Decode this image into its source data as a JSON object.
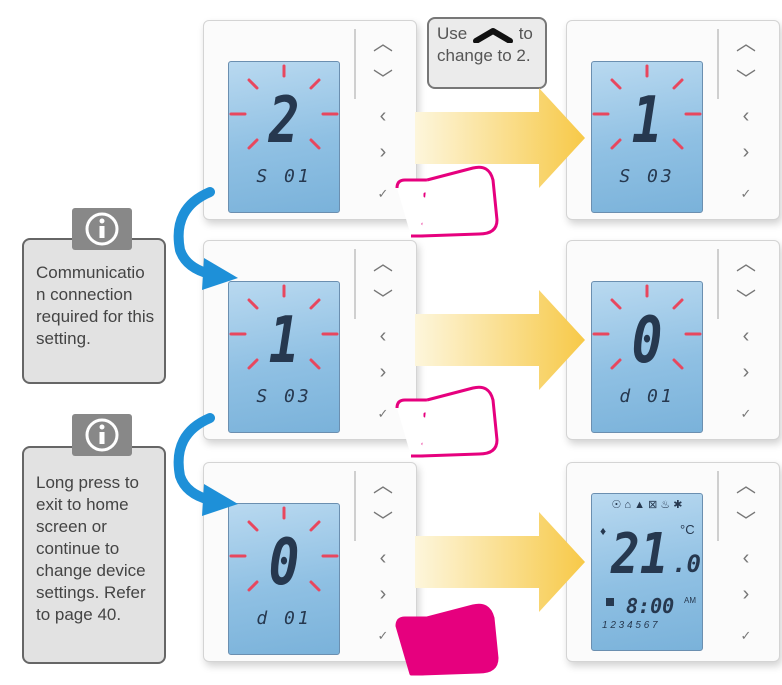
{
  "hint": {
    "prefix": "Use",
    "suffix": "to",
    "line2": "change to 2."
  },
  "info1": {
    "text": "Communicatio n connection required for this setting."
  },
  "info2": {
    "text": "Long press to exit to home screen or continue to change device settings. Refer to page 40."
  },
  "steps": [
    {
      "value": "2",
      "code": "S 01"
    },
    {
      "value": "1",
      "code": "S 03"
    },
    {
      "value": "1",
      "code": "S 03"
    },
    {
      "value": "0",
      "code": "d 01"
    },
    {
      "value": "0",
      "code": "d 01"
    }
  ],
  "home": {
    "temp_int": "21",
    "temp_dec": ".0",
    "unit": "°C",
    "time": "8:00",
    "ampm": "AM",
    "days": "1 2 3 4 5 6 7"
  },
  "colors": {
    "ray": "#e8475e",
    "hand": "#e6007e",
    "arrow_start": "#fdf6dc",
    "arrow_end": "#f7c948",
    "curve": "#1e90d8"
  },
  "icons": [
    "info-icon",
    "up-chevron-icon",
    "down-chevron-icon",
    "left-chevron-icon",
    "right-chevron-icon",
    "menu-icon",
    "pointing-hand-icon",
    "curved-arrow-icon"
  ]
}
